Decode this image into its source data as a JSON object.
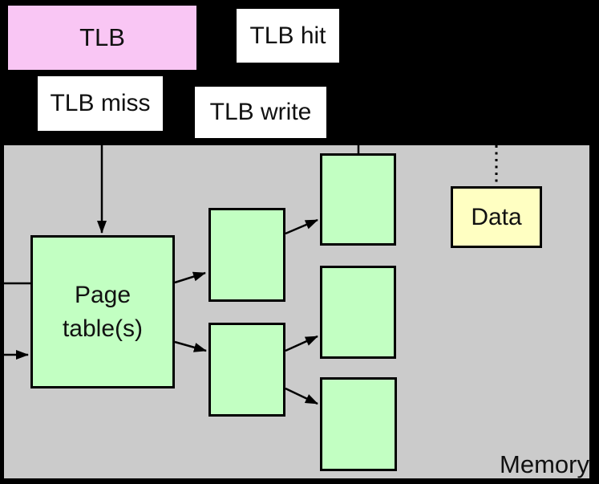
{
  "diagram": {
    "background_color": "#000000",
    "tlb_box": {
      "label": "TLB",
      "fill": "#f9c6f4",
      "border": "#000000"
    },
    "labels": {
      "tlb_hit": "TLB hit",
      "tlb_miss": "TLB miss",
      "tlb_write": "TLB write",
      "label_background": "#ffffff"
    },
    "memory_region": {
      "label": "Memory",
      "fill": "#cbcbcb",
      "border": "#000000"
    },
    "page_table_box": {
      "label": "Page table(s)",
      "fill": "#c2ffc2"
    },
    "page_table_entry_boxes": {
      "count": 5,
      "fill": "#c2ffc2"
    },
    "data_box": {
      "label": "Data",
      "fill": "#ffffc2"
    }
  }
}
